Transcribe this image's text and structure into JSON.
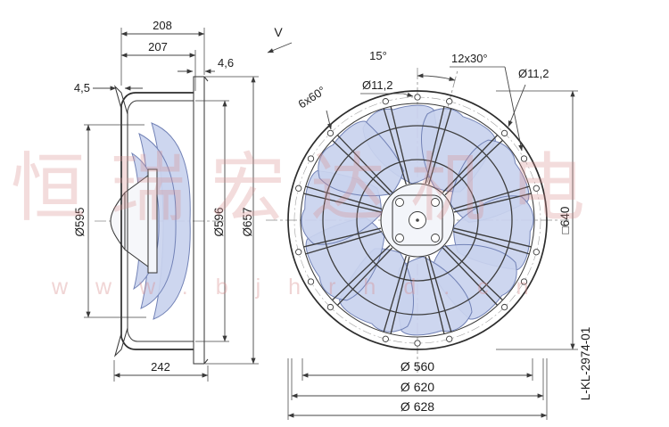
{
  "watermark": {
    "text_cn": "恒瑞宏达机电",
    "text_url": "www.bjhrhd.cn",
    "color": "#d98f8f"
  },
  "side_view": {
    "dim_depth_total": "208",
    "dim_depth_casing": "207",
    "dim_plate_thickness": "4,6",
    "dim_wall_thickness": "4,5",
    "dim_dia_impeller": "Ø595",
    "dim_dia_casing": "Ø596",
    "dim_dia_flange": "Ø657",
    "dim_depth_overall": "242"
  },
  "front_view": {
    "view_label": "V",
    "dim_angle": "15°",
    "dim_hole_pattern_12": "12x30°",
    "dim_hole_dia_right": "Ø11,2",
    "dim_hole_dia_top": "Ø11,2",
    "dim_hole_pattern_6": "6x60°",
    "dim_square": "□640",
    "dim_dia_inner": "Ø 560",
    "dim_dia_bolt_circle": "Ø 620",
    "dim_dia_outer": "Ø 628",
    "drawing_number": "L-KL-2974-01",
    "geometry": {
      "blade_count": 10,
      "spoke_count": 12,
      "holes_12": {
        "count": 12,
        "step_deg": 30,
        "offset_deg": 15
      },
      "holes_6": {
        "count": 6,
        "step_deg": 60,
        "offset_deg": 0
      },
      "hole_ring_r": 138
    }
  }
}
